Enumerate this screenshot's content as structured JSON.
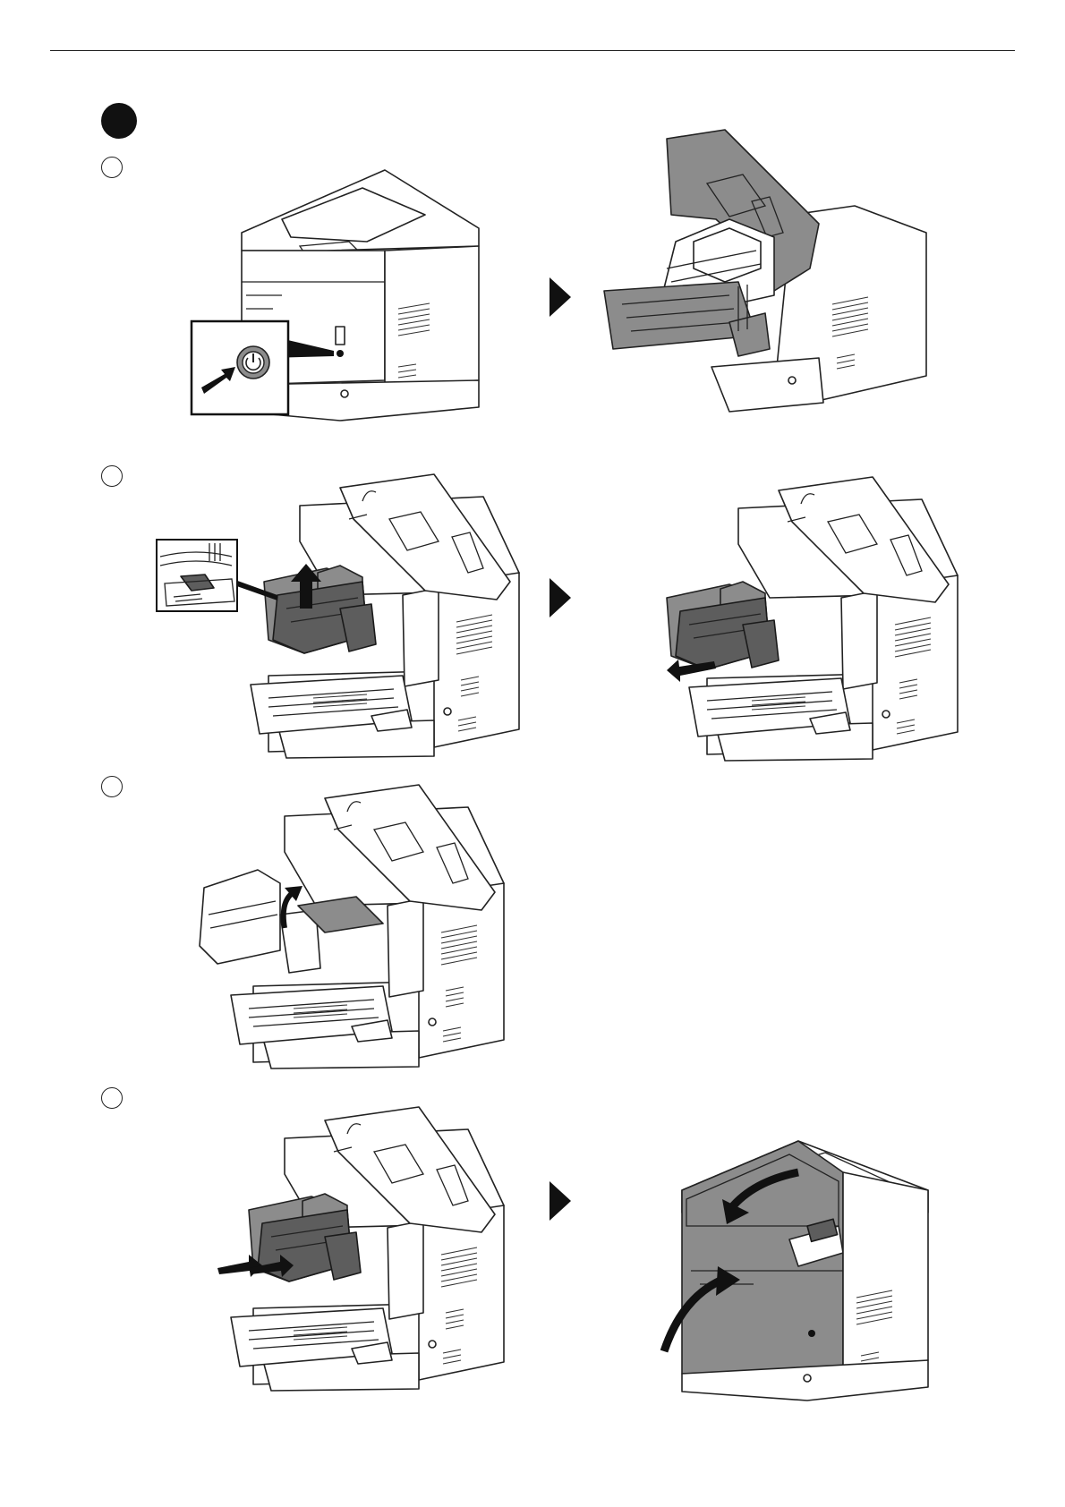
{
  "document": {
    "markers": {
      "main": "filled-circle-marker",
      "steps": [
        "step-1",
        "step-2",
        "step-3",
        "step-4"
      ]
    },
    "icons": [
      "right-triangle-arrow-icon",
      "power-button-icon",
      "push-arrow-icon",
      "lift-arrow-icon",
      "pull-arrow-icon",
      "close-cover-arrow-icon"
    ],
    "colors": {
      "line": "#222222",
      "shade": "#8c8c8c",
      "dark": "#5d5d5d",
      "background": "#ffffff"
    }
  }
}
